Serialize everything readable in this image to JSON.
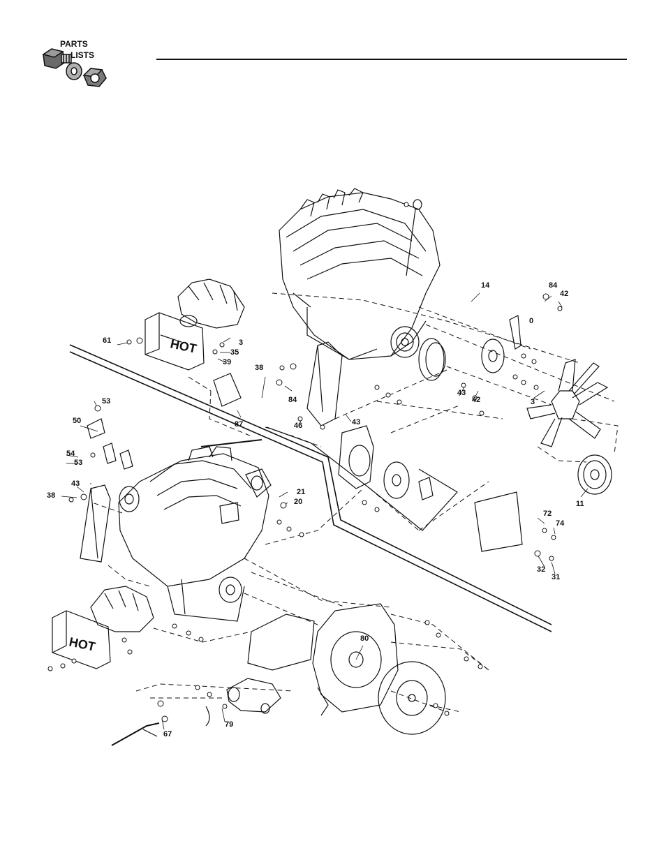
{
  "header": {
    "title_line1": "PARTS",
    "title_line2": "LISTS"
  },
  "callouts": [
    {
      "id": "c61",
      "text": "61"
    },
    {
      "id": "c3a",
      "text": "3"
    },
    {
      "id": "c35",
      "text": "35"
    },
    {
      "id": "c39",
      "text": "39"
    },
    {
      "id": "c38a",
      "text": "38"
    },
    {
      "id": "c84a",
      "text": "84"
    },
    {
      "id": "c87",
      "text": "87"
    },
    {
      "id": "c46",
      "text": "46"
    },
    {
      "id": "c43a",
      "text": "43"
    },
    {
      "id": "c43b",
      "text": "43"
    },
    {
      "id": "c42a",
      "text": "42"
    },
    {
      "id": "c14",
      "text": "14"
    },
    {
      "id": "c84b",
      "text": "84"
    },
    {
      "id": "c42b",
      "text": "42"
    },
    {
      "id": "c0",
      "text": "0"
    },
    {
      "id": "c3b",
      "text": "3"
    },
    {
      "id": "c11",
      "text": "11"
    },
    {
      "id": "c53a",
      "text": "53"
    },
    {
      "id": "c50",
      "text": "50"
    },
    {
      "id": "c54",
      "text": "54"
    },
    {
      "id": "c53b",
      "text": "53"
    },
    {
      "id": "c43c",
      "text": "43"
    },
    {
      "id": "c38b",
      "text": "38"
    },
    {
      "id": "c21",
      "text": "21"
    },
    {
      "id": "c20",
      "text": "20"
    },
    {
      "id": "c72",
      "text": "72"
    },
    {
      "id": "c74",
      "text": "74"
    },
    {
      "id": "c32",
      "text": "32"
    },
    {
      "id": "c31",
      "text": "31"
    },
    {
      "id": "c80",
      "text": "80"
    },
    {
      "id": "c79",
      "text": "79"
    },
    {
      "id": "c67",
      "text": "67"
    }
  ]
}
